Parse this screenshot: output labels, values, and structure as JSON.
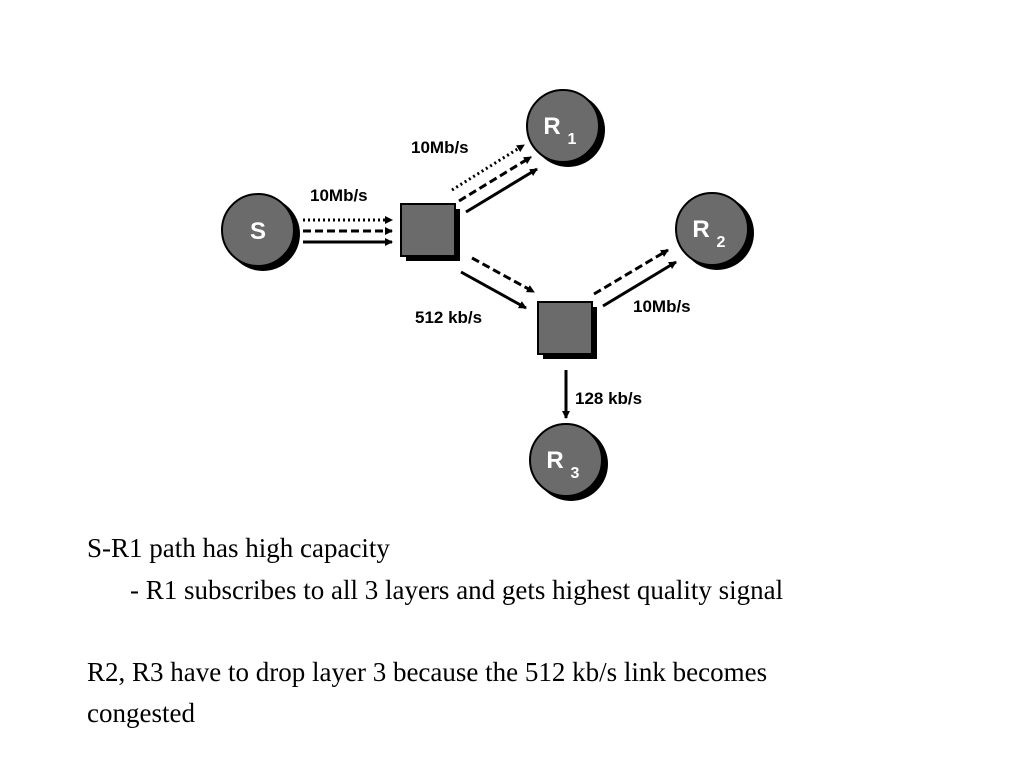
{
  "diagram": {
    "nodes": {
      "source": "S",
      "r1": {
        "letter": "R",
        "sub": "1"
      },
      "r2": {
        "letter": "R",
        "sub": "2"
      },
      "r3": {
        "letter": "R",
        "sub": "3"
      }
    },
    "links": {
      "s_router1": "10Mb/s",
      "router1_r1": "10Mb/s",
      "router1_router2": "512 kb/s",
      "router2_r2": "10Mb/s",
      "router2_r3": "128 kb/s"
    }
  },
  "text": {
    "line1": "S-R1 path has high capacity",
    "line2": "- R1 subscribes to all 3 layers and gets highest quality signal",
    "line3": "R2, R3 have to drop layer 3 because the 512 kb/s link becomes",
    "line4": "congested"
  },
  "colors": {
    "node_fill": "#6b6b6b",
    "node_shadow": "#000000",
    "arrow": "#000000"
  }
}
